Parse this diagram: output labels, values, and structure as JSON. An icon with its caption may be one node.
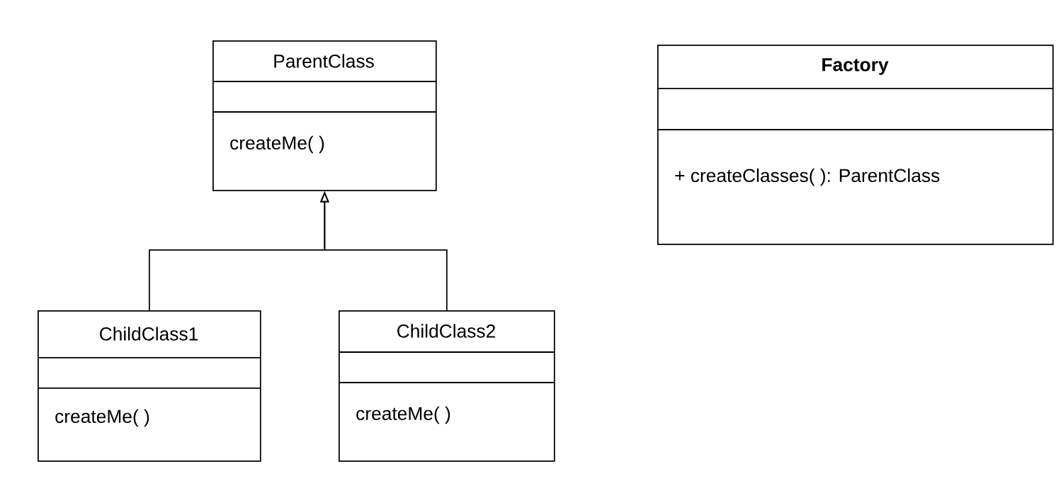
{
  "diagram": {
    "nodes": [
      {
        "text": [
          "ParentClass",
          "createMe( )"
        ]
      },
      {
        "text": [
          "ChildClass1",
          "createMe( )"
        ]
      },
      {
        "text": [
          "ChildClass2",
          "createMe( )"
        ]
      },
      {
        "text": [
          "Factory",
          "+ createClasses( ): ParentClass"
        ]
      }
    ],
    "edges": [
      {
        "from": 1,
        "to": 0,
        "arrow": "to"
      },
      {
        "from": 2,
        "to": 0,
        "arrow": "to"
      }
    ]
  }
}
